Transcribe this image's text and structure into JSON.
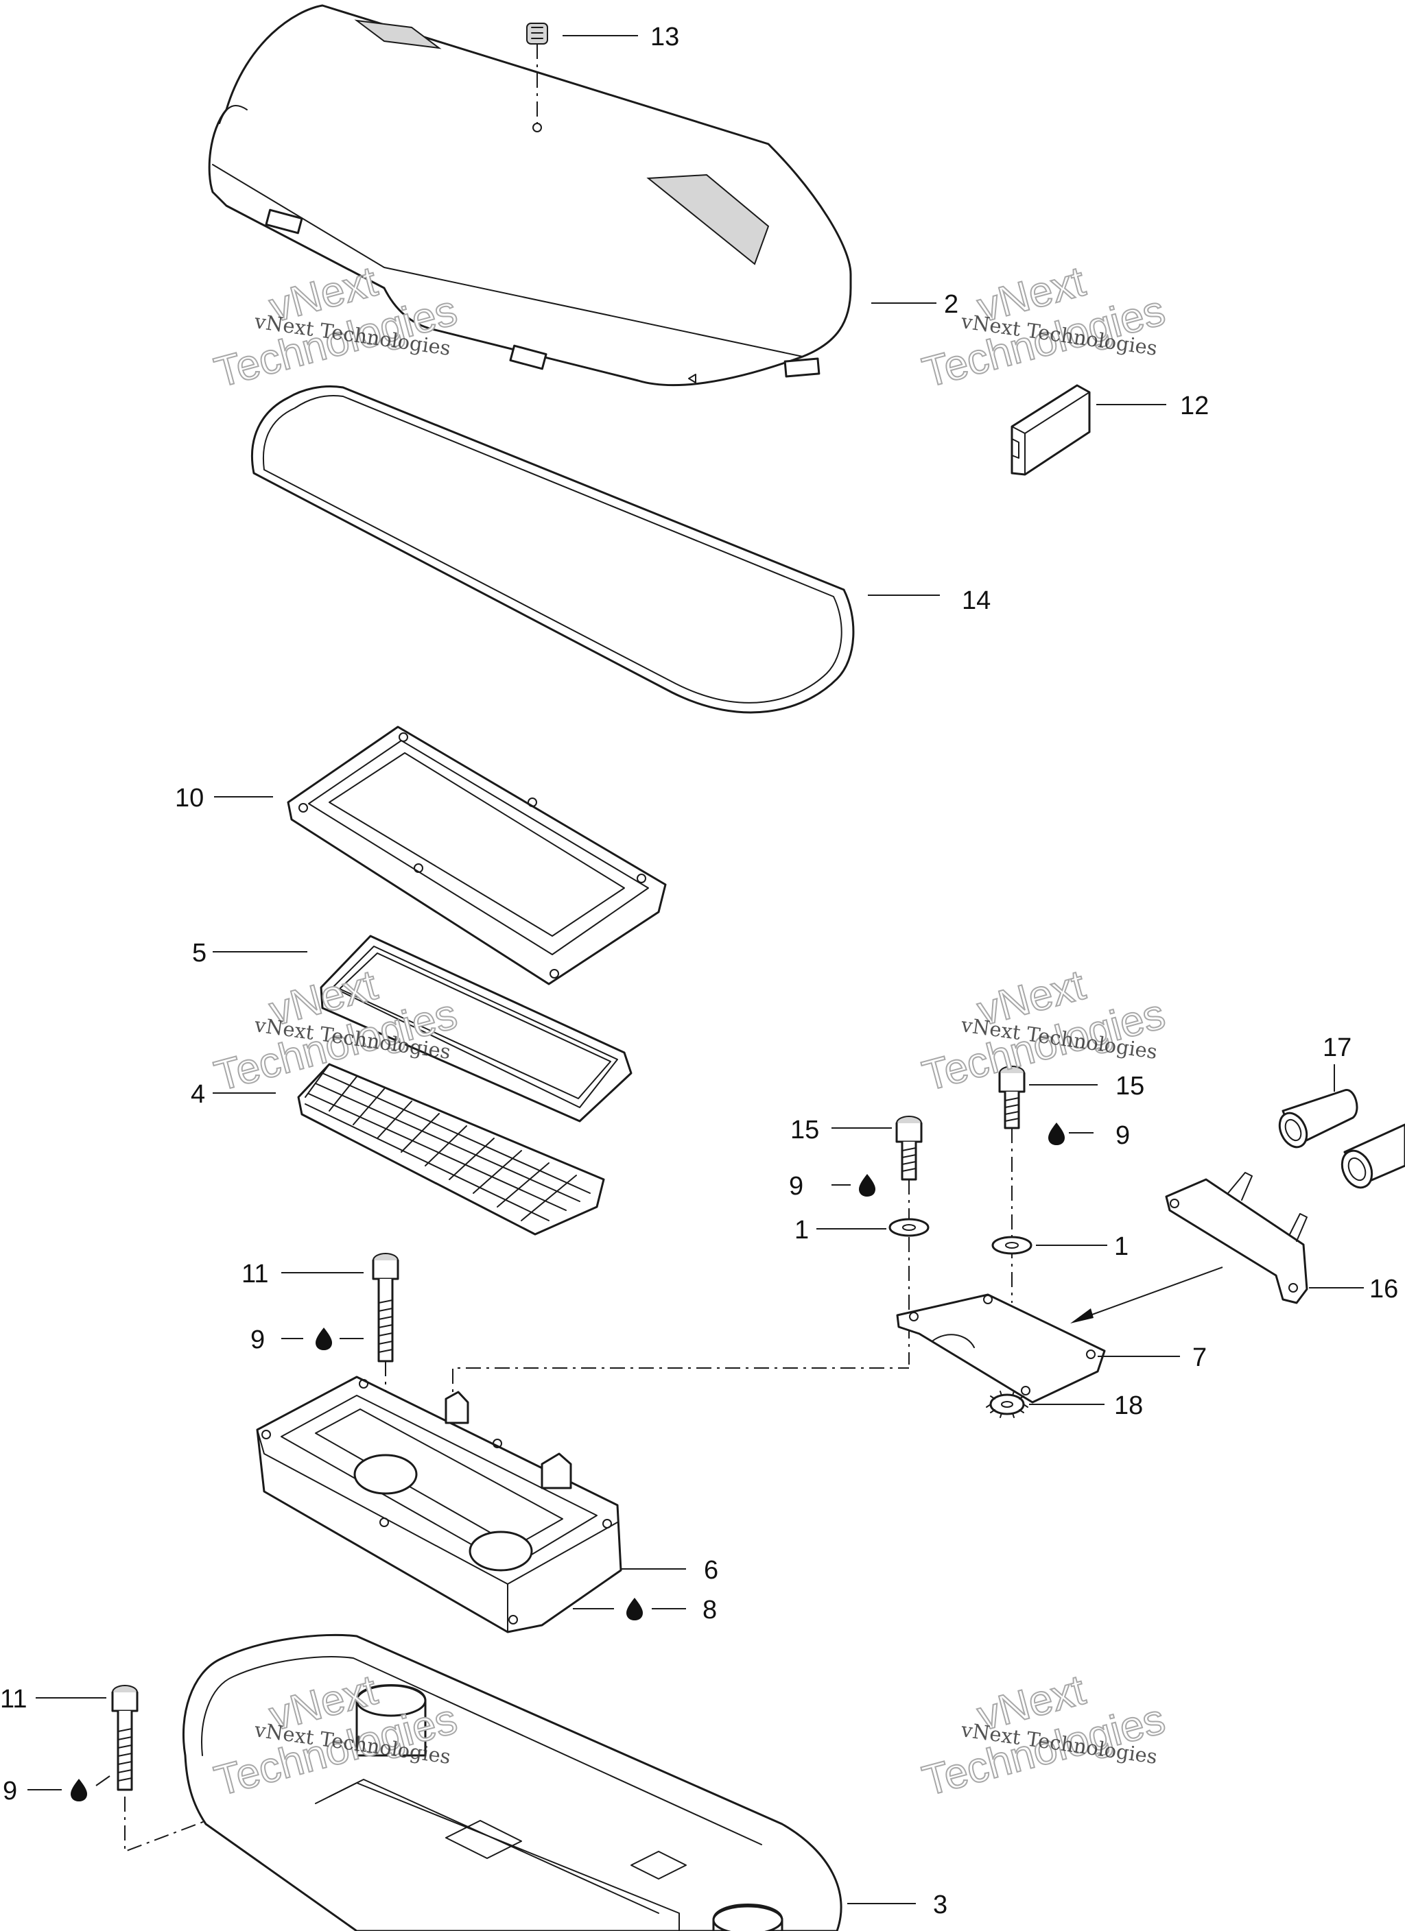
{
  "watermark": {
    "line1": "vNext",
    "line2": "Technologies",
    "caption": "vNext Technologies"
  },
  "callouts": {
    "c1a": "1",
    "c1b": "1",
    "c2": "2",
    "c3": "3",
    "c4": "4",
    "c5": "5",
    "c6": "6",
    "c7": "7",
    "c8": "8",
    "c9a": "9",
    "c9b": "9",
    "c9c": "9",
    "c9d": "9",
    "c10": "10",
    "c11a": "11",
    "c11b": "11",
    "c12": "12",
    "c13": "13",
    "c14": "14",
    "c15a": "15",
    "c15b": "15",
    "c16": "16",
    "c17": "17",
    "c18": "18"
  },
  "icons": {
    "lubricant": "oil-drop-icon"
  }
}
